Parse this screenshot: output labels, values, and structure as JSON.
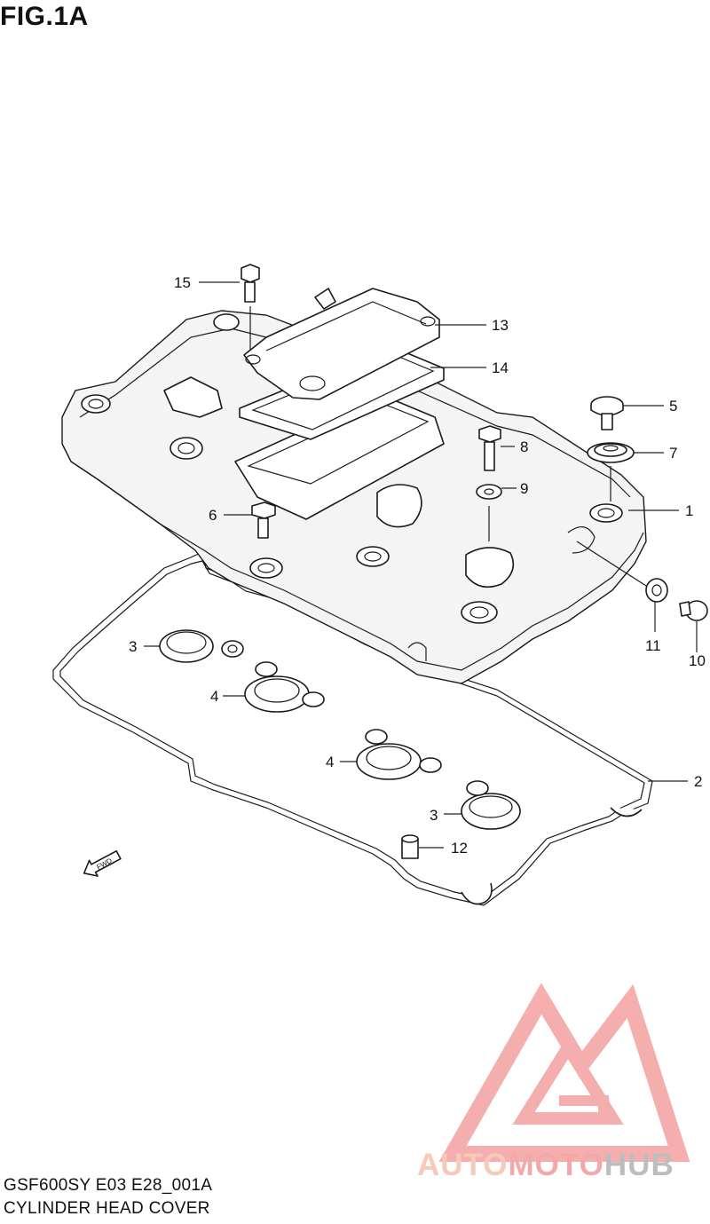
{
  "figure": {
    "title": "FIG.1A"
  },
  "parts": [
    {
      "number": "1"
    },
    {
      "number": "2"
    },
    {
      "number": "3"
    },
    {
      "number": "4"
    },
    {
      "number": "5"
    },
    {
      "number": "6"
    },
    {
      "number": "7"
    },
    {
      "number": "8"
    },
    {
      "number": "9"
    },
    {
      "number": "10"
    },
    {
      "number": "11"
    },
    {
      "number": "12"
    },
    {
      "number": "13"
    },
    {
      "number": "14"
    },
    {
      "number": "15"
    }
  ],
  "direction_marker": {
    "text": "FWD",
    "icon": "forward-arrow-icon"
  },
  "footer": {
    "model_code": "GSF600SY E03 E28_001A",
    "assembly_name": "CYLINDER HEAD COVER"
  },
  "watermark": {
    "brand_part1": "AUTO",
    "brand_part2": "MOTO",
    "brand_part3": "HUB",
    "colors": {
      "auto": "#f8c9b8",
      "moto": "#f2a8a8",
      "hub": "#bdbdbd",
      "logo": "#f4a0a0"
    }
  }
}
